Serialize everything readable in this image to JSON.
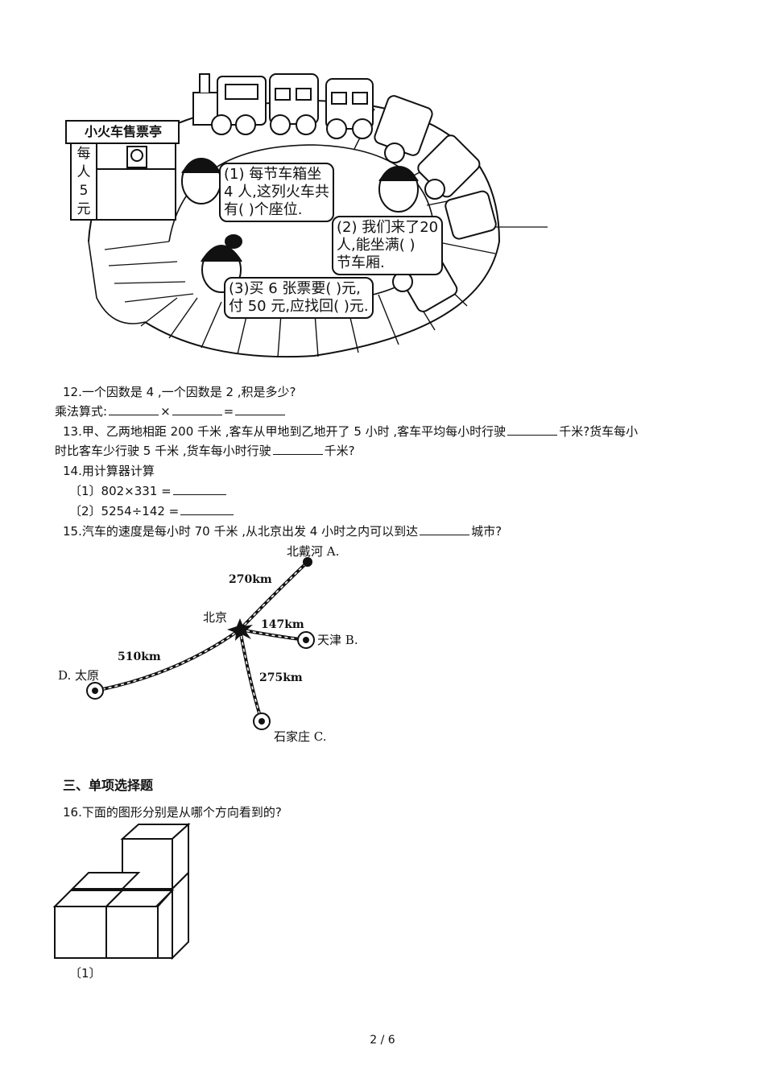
{
  "illustration": {
    "booth_sign": "小火车售票亭",
    "booth_price": [
      "每",
      "人",
      "5",
      "元"
    ],
    "bubble1": [
      "(1) 每节车箱坐",
      "4 人,这列火车共",
      "有(  )个座位."
    ],
    "bubble2": [
      "(2) 我们来了20",
      "人,能坐满(  )",
      "节车厢."
    ],
    "bubble3": [
      "(3)买 6 张票要(  )元,",
      "付 50 元,应找回(  )元."
    ]
  },
  "q12": {
    "text": "12.一个因数是 4 ,一个因数是 2 ,积是多少?",
    "formula_label": "乘法算式:",
    "times": "×",
    "equals": "="
  },
  "q13": {
    "line1_a": "13.甲、乙两地相距 200 千米 ,客车从甲地到乙地开了 5 小时 ,客车平均每小时行驶",
    "line1_b": "千米?货车每小",
    "line2_a": "时比客车少行驶 5 千米 ,货车每小时行驶",
    "line2_b": "千米?"
  },
  "q14": {
    "title": "14.用计算器计算",
    "item1": "〔1〕802×331 =",
    "item2": "〔2〕5254÷142 ="
  },
  "q15": {
    "text_a": "15.汽车的速度是每小时 70 千米 ,从北京出发 4 小时之内可以到达",
    "text_b": "城市?"
  },
  "map": {
    "center": "北京",
    "cities": [
      {
        "name": "北戴河",
        "letter": "A.",
        "distance": "270km"
      },
      {
        "name": "天津",
        "letter": "B.",
        "distance": "147km"
      },
      {
        "name": "石家庄",
        "letter": "C.",
        "distance": "275km"
      },
      {
        "name": "太原",
        "letter": "D.",
        "distance": "510km"
      }
    ]
  },
  "section3": {
    "title": "三、单项选择题"
  },
  "q16": {
    "text": "16.下面的图形分别是从哪个方向看到的?",
    "sub1": "〔1〕"
  },
  "footer": {
    "page": "2 / 6"
  }
}
